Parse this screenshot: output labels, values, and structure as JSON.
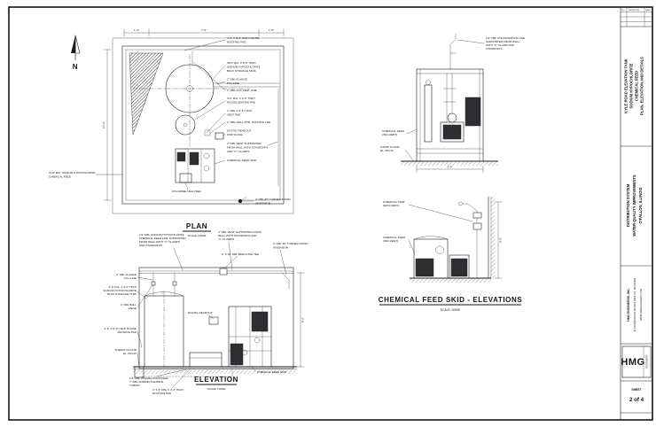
{
  "colors": {
    "paper": "#ffffff",
    "ink": "#1d1d20"
  },
  "north_label": "N",
  "plan": {
    "title": "PLAN",
    "scale": "SCALE: NONE",
    "dims": {
      "top_left": "1'-4\"",
      "top_mid": "7'-0\"",
      "top_right": "1'-6\"",
      "left": "10'-0\""
    },
    "ann": [
      [
        "4'-6\" X 8'-0\" HIGH HOUSE",
        "ROOFING PAD"
      ],
      [
        "36.5\" DIA. X 8'-6\" HIGH",
        "SODIUM HYPOCHLORITE",
        "BULK STORAGE TANK"
      ],
      [
        "2\" DBL FLANGE",
        "FILL LINE"
      ],
      [
        "1\" DBL PVC VENT LINE"
      ],
      [
        "3'-0\" DIA. X 4'-0\" HIGH",
        "HOUSE SEATING PAD"
      ],
      [
        "1\" DBL X 3'-6\" HIGH",
        "VENT PAD"
      ],
      [
        "1\" DBL WALL MTD. ROUTING TEE"
      ],
      [
        "DIGITAL READOUT",
        "FOR SCALE"
      ],
      [
        "2\" DBL VENT SUPPORTED",
        "FROM WALL WITH STANDOFFS",
        "AND \"C\" CLAMPS"
      ],
      [
        "CHEMICAL FEED SKID"
      ],
      [
        "CHLORINE ANALYZER"
      ],
      [
        "2\" DBL 45° TURNED DOWN",
        "INVERSION"
      ],
      [
        "10.5\" DIA. SODIUM HYPOCHLORITE",
        "CHEMICAL FEED"
      ]
    ]
  },
  "elevation": {
    "title": "ELEVATION",
    "scale": "SCALE: NONE",
    "dims": {
      "right": "8'-6\""
    },
    "ann": [
      [
        "1/2\" DBL SODIUM HYPOCHLORITE",
        "CHEMICAL FEED LINE SUPPORTED",
        "FROM WALL WITH \"C\" CLAMPS",
        "AND STANDOFFS"
      ],
      [
        "2\" DBL VENT SUPPORTED FROM",
        "WALL WITH STANDOFFS AND",
        "\"C\" CLAMPS"
      ],
      [
        "2\" X 10\" DBL REDUCING TEE"
      ],
      [
        "2\" DBL 45° TURNED DOWN",
        "INVERSION"
      ],
      [
        "2\" DBL FLANGE",
        "FILL LINE"
      ],
      [
        "3'-0\" DIA. X 4'-0\" HIGH",
        "SODIUM HYPOCHLORITE",
        "BULK STORAGE TANK"
      ],
      [
        "1\" DBL BALL",
        "VALVE"
      ],
      [
        "4'-6\" X 8'-0\" HIGH HOUSE",
        "ROOFING PAD"
      ],
      [
        "TRENCH FLOOR",
        "EL. 564.25"
      ],
      [
        "1/2\" DBL (INSIDE) PROPOSED",
        "7\" DBL (INSIDE) FLEXIBLE",
        "TUBING"
      ],
      [
        "2\" X 8\" DBL X 4'-6\" HIGH",
        "ROUTING PAD"
      ],
      [
        "CHEMICAL FEED SKID"
      ],
      [
        "DIGITAL READOUT"
      ]
    ]
  },
  "skid": {
    "title": "CHEMICAL FEED SKID - ELEVATIONS",
    "scale": "SCALE: NONE",
    "dims": {
      "view1": "3'-0\"",
      "view2": "3'-6\""
    },
    "ann": [
      [
        "1/2\" DBL CHLORINATION LINE",
        "SUPPORTED FROM WALL",
        "WITH \"C\" CLAMP AND",
        "STANDOFFS"
      ],
      [
        "CHEMICAL FEED",
        "(INFLUENT)"
      ],
      [
        "FINISH FLOOR",
        "EL. 564.25"
      ],
      [
        "CHEMICAL TANK",
        "(EFFLUENT)"
      ],
      [
        "CHEMICAL FEED",
        "(INFLUENT)"
      ]
    ]
  },
  "titleblock": {
    "rev": [
      "NO.",
      "REVISIONS",
      "DATE"
    ],
    "project": [
      "KYLE ROAD ELEVATION TANK",
      "SODIUM HYPOCHLORITE",
      "CHEMICAL FEED",
      "PLAN, ELEVATION AND DETAILS"
    ],
    "client": [
      "DISTRIBUTION SYSTEM",
      "WATER QUALITY IMPROVEMENTS",
      "O'FALLON, ILLINOIS"
    ],
    "firm": [
      "HMG ENGINEERS, INC.",
      "IL PROFESSIONAL DESIGN FIRM NO. 184-000999",
      "WWW.HMGENGINEERS.COM"
    ],
    "logo": {
      "main": "HMG",
      "sub": "ENGINEERS"
    },
    "sheet": {
      "label": "SHEET",
      "number": "2 of 4"
    }
  }
}
